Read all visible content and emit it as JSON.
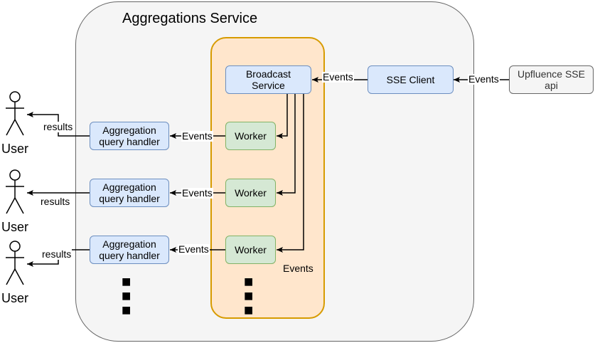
{
  "service": {
    "title": "Aggregations Service"
  },
  "nodes": {
    "broadcast": "Broadcast Service",
    "sse_client": "SSE Client",
    "upfluence": "Upfluence SSE api",
    "worker": "Worker",
    "handler": "Aggregation query handler"
  },
  "users": [
    "User",
    "User",
    "User"
  ],
  "edge_labels": {
    "events": "Events",
    "results": "results"
  },
  "colors": {
    "blue_fill": "#dae8fc",
    "blue_stroke": "#6c8ebf",
    "green_fill": "#d5e8d4",
    "green_stroke": "#82b366",
    "orange_fill": "#ffe6cc",
    "orange_stroke": "#d79b00",
    "grey_fill": "#f5f5f5",
    "grey_stroke": "#666666"
  }
}
